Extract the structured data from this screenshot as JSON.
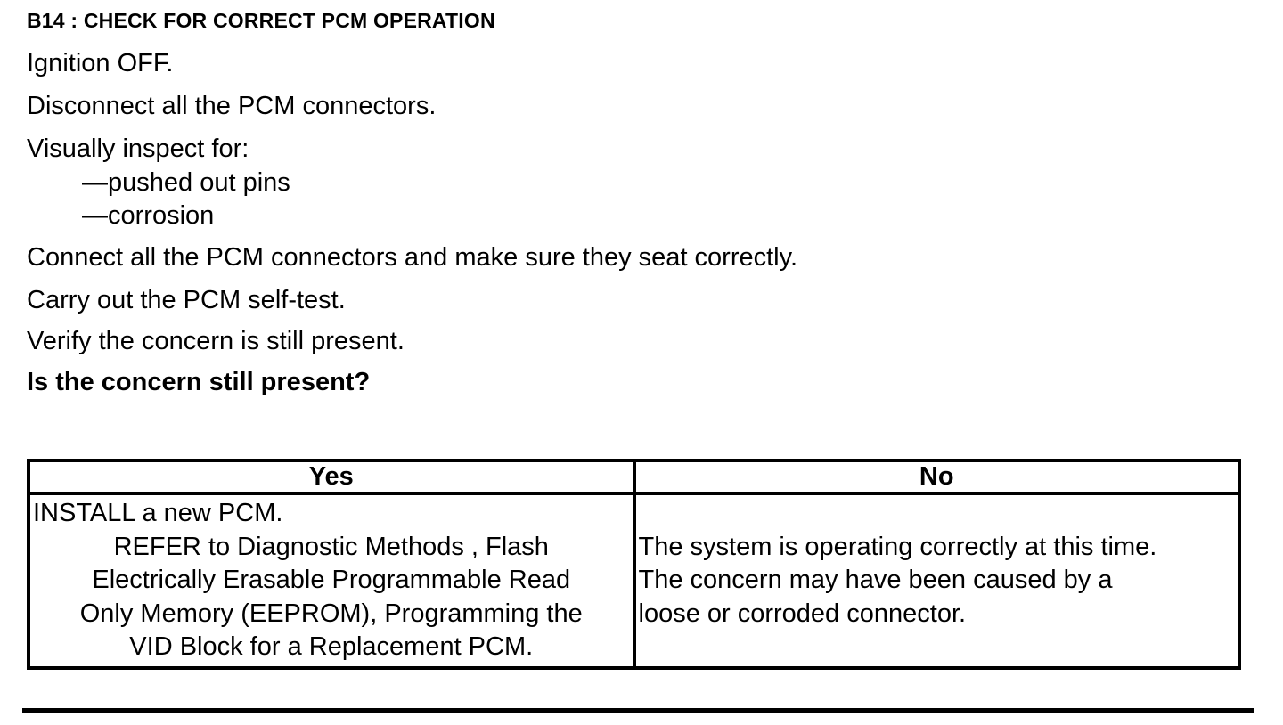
{
  "page": {
    "title": "B14 : CHECK FOR CORRECT PCM OPERATION",
    "steps": [
      "Ignition OFF.",
      "Disconnect all the PCM connectors.",
      "Visually inspect for:",
      "—pushed out pins",
      "—corrosion",
      "Connect all the PCM connectors and make sure they seat correctly.",
      "Carry out the PCM self-test.",
      "Verify the concern is still present."
    ],
    "question": "Is the concern still present?"
  },
  "table": {
    "headers": [
      "Yes",
      "No"
    ],
    "yes_lines": [
      "INSTALL a new PCM.",
      "REFER to Diagnostic Methods , Flash",
      "Electrically Erasable Programmable Read",
      "Only Memory (EEPROM), Programming the",
      "VID Block for a Replacement PCM."
    ],
    "no_lines": [
      "The system is operating correctly at this time.",
      "The concern may have been caused by a",
      "loose or corroded connector."
    ]
  },
  "colors": {
    "text": "#000000",
    "background": "#ffffff"
  }
}
